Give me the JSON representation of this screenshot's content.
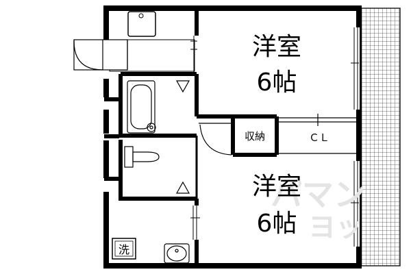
{
  "rooms": {
    "upper_western_room": {
      "name": "洋室",
      "size": "6帖"
    },
    "lower_western_room": {
      "name": "洋室",
      "size": "6帖"
    }
  },
  "labels": {
    "storage": "収納",
    "closet": "ＣＬ",
    "washer": "洗"
  },
  "watermark": {
    "line1": "パマン",
    "line2": "ヨッ"
  }
}
